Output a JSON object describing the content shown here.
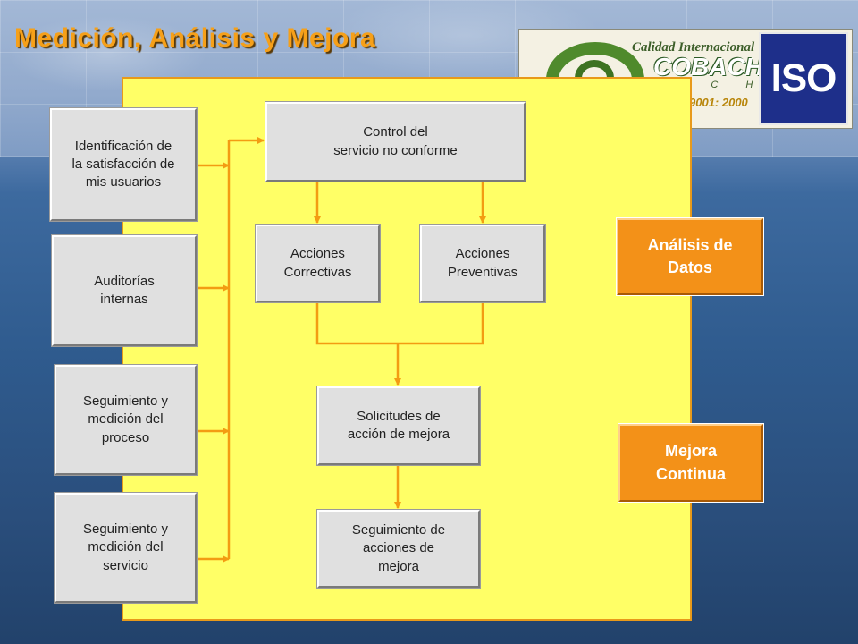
{
  "title": "Medición, Análisis y Mejora",
  "logo": {
    "line1": "Calidad Internacional",
    "line2": "COBACH",
    "line3": "E C H E",
    "line4": "9001: 2000",
    "iso": "ISO"
  },
  "inputs": [
    "Identificación de\nla satisfacción de\nmis usuarios",
    "Auditorías\ninternas",
    "Seguimiento y\nmedición del\nproceso",
    "Seguimiento y\nmedición del\nservicio"
  ],
  "flow": {
    "control": "Control del\nservicio no conforme",
    "correctivas": "Acciones\nCorrectivas",
    "preventivas": "Acciones\nPreventivas",
    "solicitudes": "Solicitudes de\nacción de mejora",
    "seguimiento": "Seguimiento de\nacciones de\nmejora"
  },
  "side": {
    "analisis": "Análisis de\nDatos",
    "mejora": "Mejora\nContinua"
  },
  "colors": {
    "accent": "#f6a019",
    "panel": "#ffff66",
    "orange_box": "#f39118",
    "connector": "#f39c12"
  }
}
